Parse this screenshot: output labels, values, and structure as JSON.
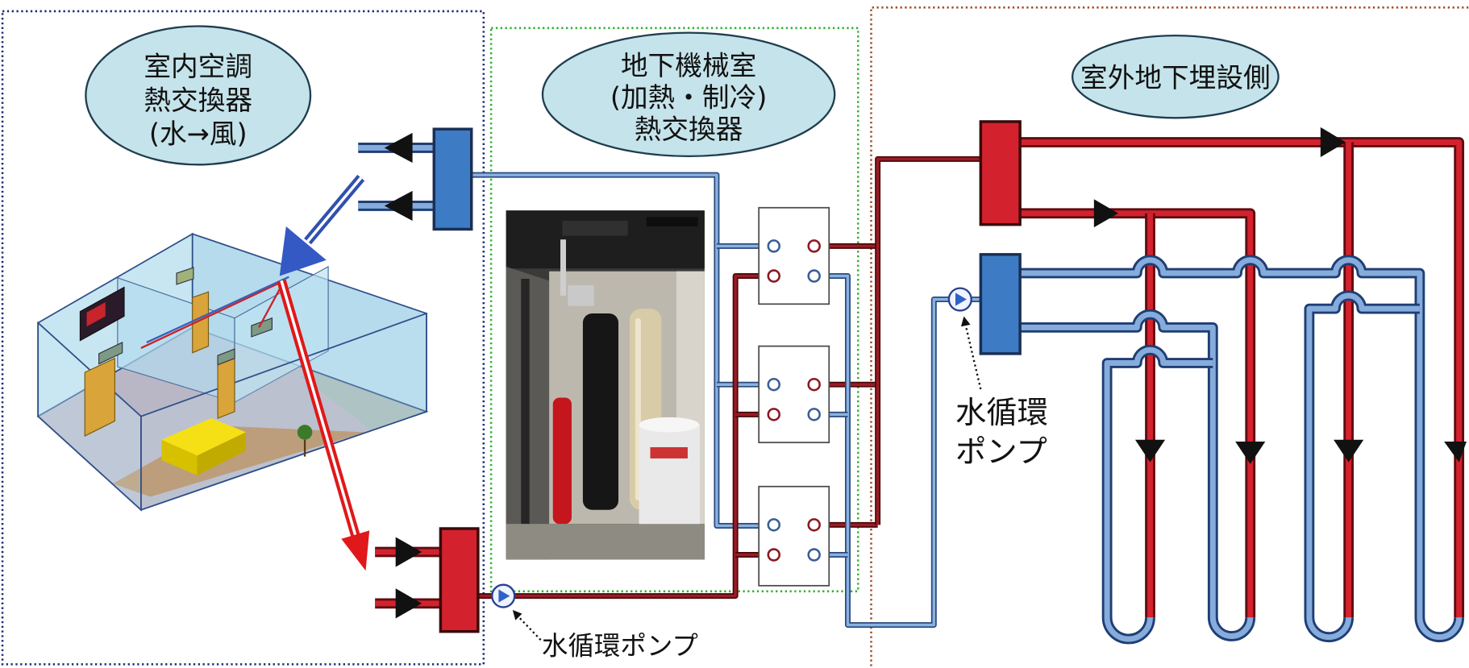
{
  "diagram": {
    "indoor_bubble": {
      "lines": [
        "室内空調",
        "熱交換器",
        "(水→風)"
      ]
    },
    "machine_room_bubble": {
      "lines": [
        "地下機械室",
        "(加熱・制冷)",
        "熱交換器"
      ]
    },
    "outdoor_bubble": {
      "label": "室外地下埋設側"
    },
    "pump_label_right": {
      "lines": [
        "水循環",
        "ポンプ"
      ]
    },
    "pump_label_bottom": {
      "label": "水循環ポンプ"
    }
  },
  "colors": {
    "supply_red": "#d3222e",
    "return_blue": "#3d7cc4",
    "bubble_fill": "#c5e3ea",
    "indoor_frame": "#1e2a78",
    "machine_frame": "#35b035",
    "outdoor_frame": "#a0522d"
  }
}
